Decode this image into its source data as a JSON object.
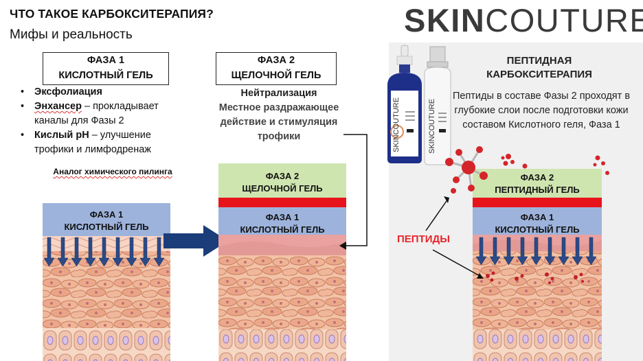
{
  "header": {
    "title": "ЧТО ТАКОЕ КАРБОКСИТЕРАПИЯ?",
    "subtitle": "Мифы и реальность",
    "logo_bold": "SKIN",
    "logo_light": "COUTURE"
  },
  "phase1_box": {
    "line1": "ФАЗА 1",
    "line2": "КИСЛОТНЫЙ ГЕЛЬ"
  },
  "phase2_box": {
    "line1": "ФАЗА 2",
    "line2": "ЩЕЛОЧНОЙ ГЕЛЬ"
  },
  "bullets": [
    {
      "strong": "Эксфолиация",
      "rest": ""
    },
    {
      "strong": "Энхансер",
      "rest": " – прокладывает каналы для Фазы 2"
    },
    {
      "strong": "Кислый pH",
      "rest": " – улучшение трофики и лимфодренаж"
    }
  ],
  "peel_note": "Аналог химического пилинга",
  "neutralization": {
    "title": "Нейтрализация",
    "desc": "Местное раздражающее действие и стимуляция трофики"
  },
  "diagram1": {
    "layer_line1": "ФАЗА 1",
    "layer_line2": "КИСЛОТНЫЙ ГЕЛЬ"
  },
  "diagram2": {
    "top_line1": "ФАЗА 2",
    "top_line2": "ЩЕЛОЧНОЙ  ГЕЛЬ",
    "bottom_line1": "ФАЗА 1",
    "bottom_line2": "КИСЛОТНЫЙ ГЕЛЬ"
  },
  "diagram3": {
    "top_line1": "ФАЗА 2",
    "top_line2": "ПЕПТИДНЫЙ ГЕЛЬ",
    "bottom_line1": "ФАЗА 1",
    "bottom_line2": "КИСЛОТНЫЙ ГЕЛЬ"
  },
  "peptide_panel": {
    "title_line1": "ПЕПТИДНАЯ",
    "title_line2": "КАРБОКСИТЕРАПИЯ",
    "description": "Пептиды в составе Фазы 2 проходят в глубокие слои после подготовки кожи составом Кислотного геля, Фаза 1",
    "peptides_label": "ПЕПТИДЫ"
  },
  "bottles": {
    "brand": "SKINCOUTURE"
  },
  "colors": {
    "phase1_blue": "#9db3dc",
    "phase2_green": "#cfe5b0",
    "red_bar": "#e8141b",
    "arrow_navy": "#1b3d7a",
    "peptide_red": "#d4252a",
    "panel_gray": "#f0f0f0"
  }
}
